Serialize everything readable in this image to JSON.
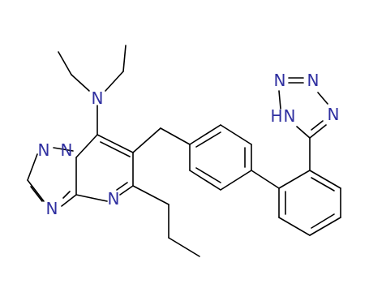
{
  "molecule": {
    "atoms": [
      {
        "id": "amine_n",
        "label": "N"
      },
      {
        "id": "tri_n1",
        "label": "N"
      },
      {
        "id": "tri_n2",
        "label": "N"
      },
      {
        "id": "tri_n4",
        "label": "N"
      },
      {
        "id": "pyr_n",
        "label": "N"
      },
      {
        "id": "tz_n1",
        "label": "N"
      },
      {
        "id": "tz_n2",
        "label": "N"
      },
      {
        "id": "tz_n3",
        "label": "N"
      },
      {
        "id": "tz_nh",
        "label": "N"
      },
      {
        "id": "tz_h",
        "label": "H"
      }
    ]
  },
  "colors": {
    "bond": "#000000",
    "nitrogen": "#2f2fa0",
    "background": "#ffffff"
  }
}
